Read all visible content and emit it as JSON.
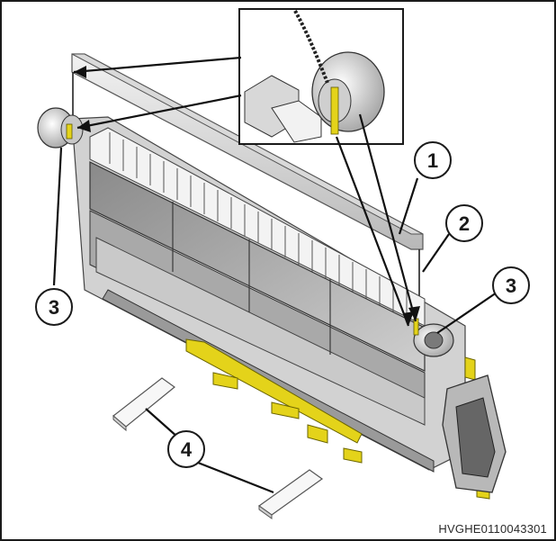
{
  "figure": {
    "code": "HVGHE0110043301",
    "callouts": [
      "1",
      "2",
      "3",
      "3",
      "4"
    ]
  },
  "colors": {
    "frame": "#1a1a1a",
    "metal_light": "#e6e6e6",
    "metal_mid": "#b9b9b9",
    "metal_dark": "#6e6e6e",
    "support_yellow": "#e4d31a",
    "leader": "#111111"
  },
  "icons": {
    "callout_marker": "circle-number",
    "chain": "roller-chain",
    "roller": "idler-roller"
  }
}
